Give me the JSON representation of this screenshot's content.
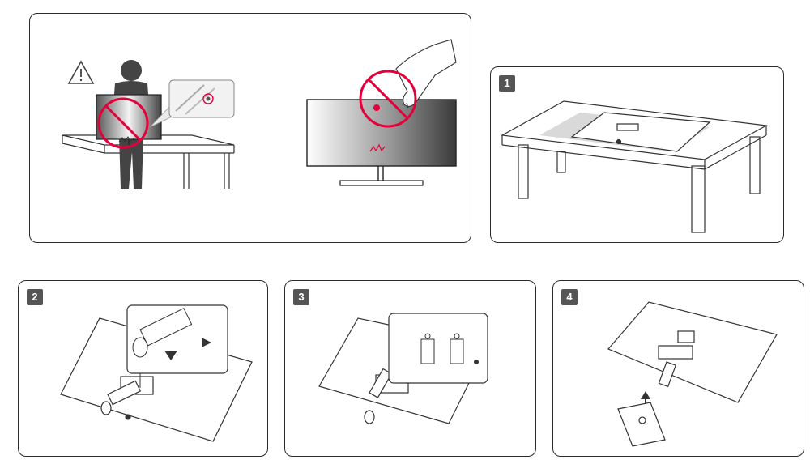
{
  "panels": [
    {
      "id": "caution",
      "step_label": ""
    },
    {
      "id": "step1",
      "step_label": "1"
    },
    {
      "id": "step2",
      "step_label": "2"
    },
    {
      "id": "step3",
      "step_label": "3"
    },
    {
      "id": "step4",
      "step_label": "4"
    }
  ],
  "caution_icon": "warning-triangle-icon",
  "prohibited_icon": "prohibition-circle-icon",
  "colors": {
    "prohibit": "#e4003a",
    "line": "#2b2b2b",
    "badge": "#555555",
    "shade": "#d6d6d6"
  }
}
